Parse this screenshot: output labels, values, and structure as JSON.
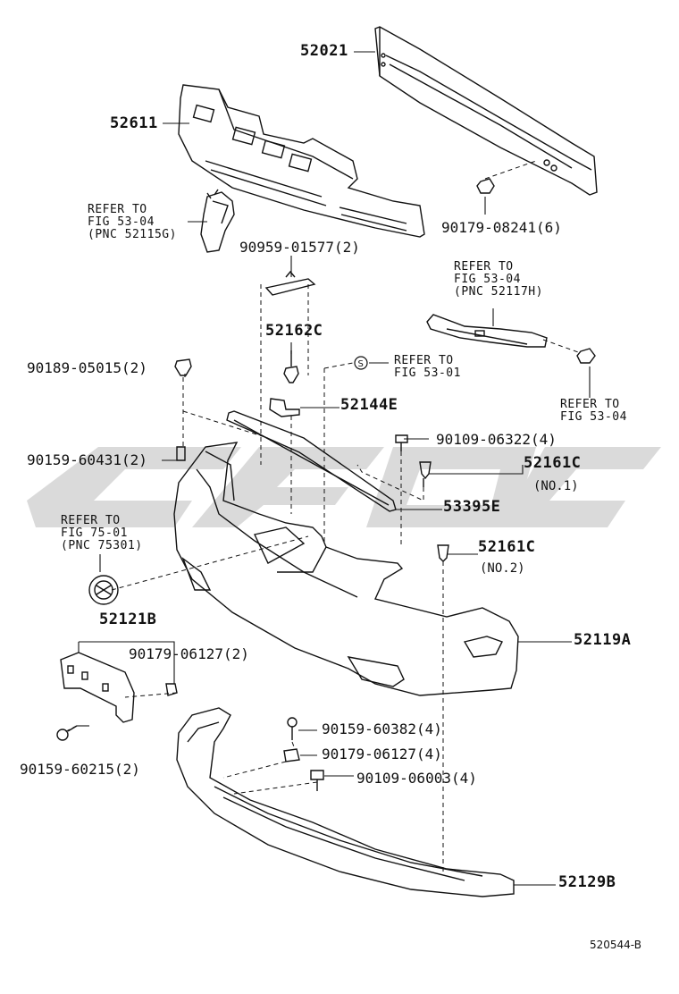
{
  "watermark": "cfdc",
  "diagram_id": "520544-B",
  "callouts": [
    {
      "name": "part-52021",
      "text": "52021"
    },
    {
      "name": "part-52611",
      "text": "52611"
    },
    {
      "name": "part-90179-08241",
      "text": "90179-08241(6)"
    },
    {
      "name": "part-90959-01577",
      "text": "90959-01577(2)"
    },
    {
      "name": "part-52162c",
      "text": "52162C"
    },
    {
      "name": "part-90189-05015",
      "text": "90189-05015(2)"
    },
    {
      "name": "part-52144e",
      "text": "52144E"
    },
    {
      "name": "part-90109-06322",
      "text": "90109-06322(4)"
    },
    {
      "name": "part-90159-60431",
      "text": "90159-60431(2)"
    },
    {
      "name": "part-52161c-no1",
      "text": "52161C"
    },
    {
      "name": "note-no1",
      "text": "(NO.1)"
    },
    {
      "name": "part-53395e",
      "text": "53395E"
    },
    {
      "name": "part-52161c-no2",
      "text": "52161C"
    },
    {
      "name": "note-no2",
      "text": "(NO.2)"
    },
    {
      "name": "part-52121b",
      "text": "52121B"
    },
    {
      "name": "part-90179-06127-a",
      "text": "90179-06127(2)"
    },
    {
      "name": "part-52119a",
      "text": "52119A"
    },
    {
      "name": "part-90159-60382",
      "text": "90159-60382(4)"
    },
    {
      "name": "part-90179-06127-b",
      "text": "90179-06127(4)"
    },
    {
      "name": "part-90109-06003",
      "text": "90109-06003(4)"
    },
    {
      "name": "part-90159-60215",
      "text": "90159-60215(2)"
    },
    {
      "name": "part-52129b",
      "text": "52129B"
    }
  ],
  "refs": [
    {
      "name": "ref-fig-53-04-a",
      "lines": [
        "REFER TO",
        "FIG 53-04",
        "(PNC 52115G)"
      ]
    },
    {
      "name": "ref-fig-53-04-b",
      "lines": [
        "REFER TO",
        "FIG 53-04",
        "(PNC 52117H)"
      ]
    },
    {
      "name": "ref-fig-53-01",
      "lines": [
        "REFER TO",
        "FIG 53-01"
      ]
    },
    {
      "name": "ref-fig-53-04-c",
      "lines": [
        "REFER TO",
        "FIG 53-04"
      ]
    },
    {
      "name": "ref-fig-75-01",
      "lines": [
        "REFER TO",
        "FIG 75-01",
        "(PNC 75301)"
      ]
    }
  ],
  "symbol_s": "S"
}
